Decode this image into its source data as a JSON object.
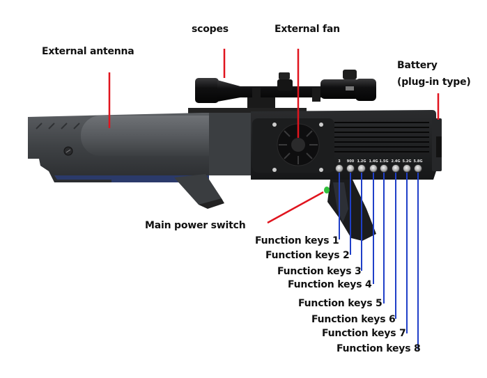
{
  "diagram": {
    "subject": "Handheld drone jammer",
    "callouts": {
      "scopes": "scopes",
      "external_fan": "External fan",
      "external_antenna": "External antenna",
      "battery_line1": "Battery",
      "battery_line2": "(plug-in type)",
      "main_power_switch": "Main power switch"
    },
    "function_keys": [
      {
        "label": "Function keys 1",
        "band": "3"
      },
      {
        "label": "Function keys 2",
        "band": "900"
      },
      {
        "label": "Function keys 3",
        "band": "1.2G"
      },
      {
        "label": "Function keys 4",
        "band": "1.4G"
      },
      {
        "label": "Function keys 5",
        "band": "1.5G"
      },
      {
        "label": "Function keys 6",
        "band": "2.4G"
      },
      {
        "label": "Function keys 7",
        "band": "5.2G"
      },
      {
        "label": "Function keys 8",
        "band": "5.8G"
      }
    ],
    "colors": {
      "leader_red": "#e0141e",
      "leader_blue": "#1f3fc8",
      "switch_green": "#2fbf3a"
    }
  }
}
